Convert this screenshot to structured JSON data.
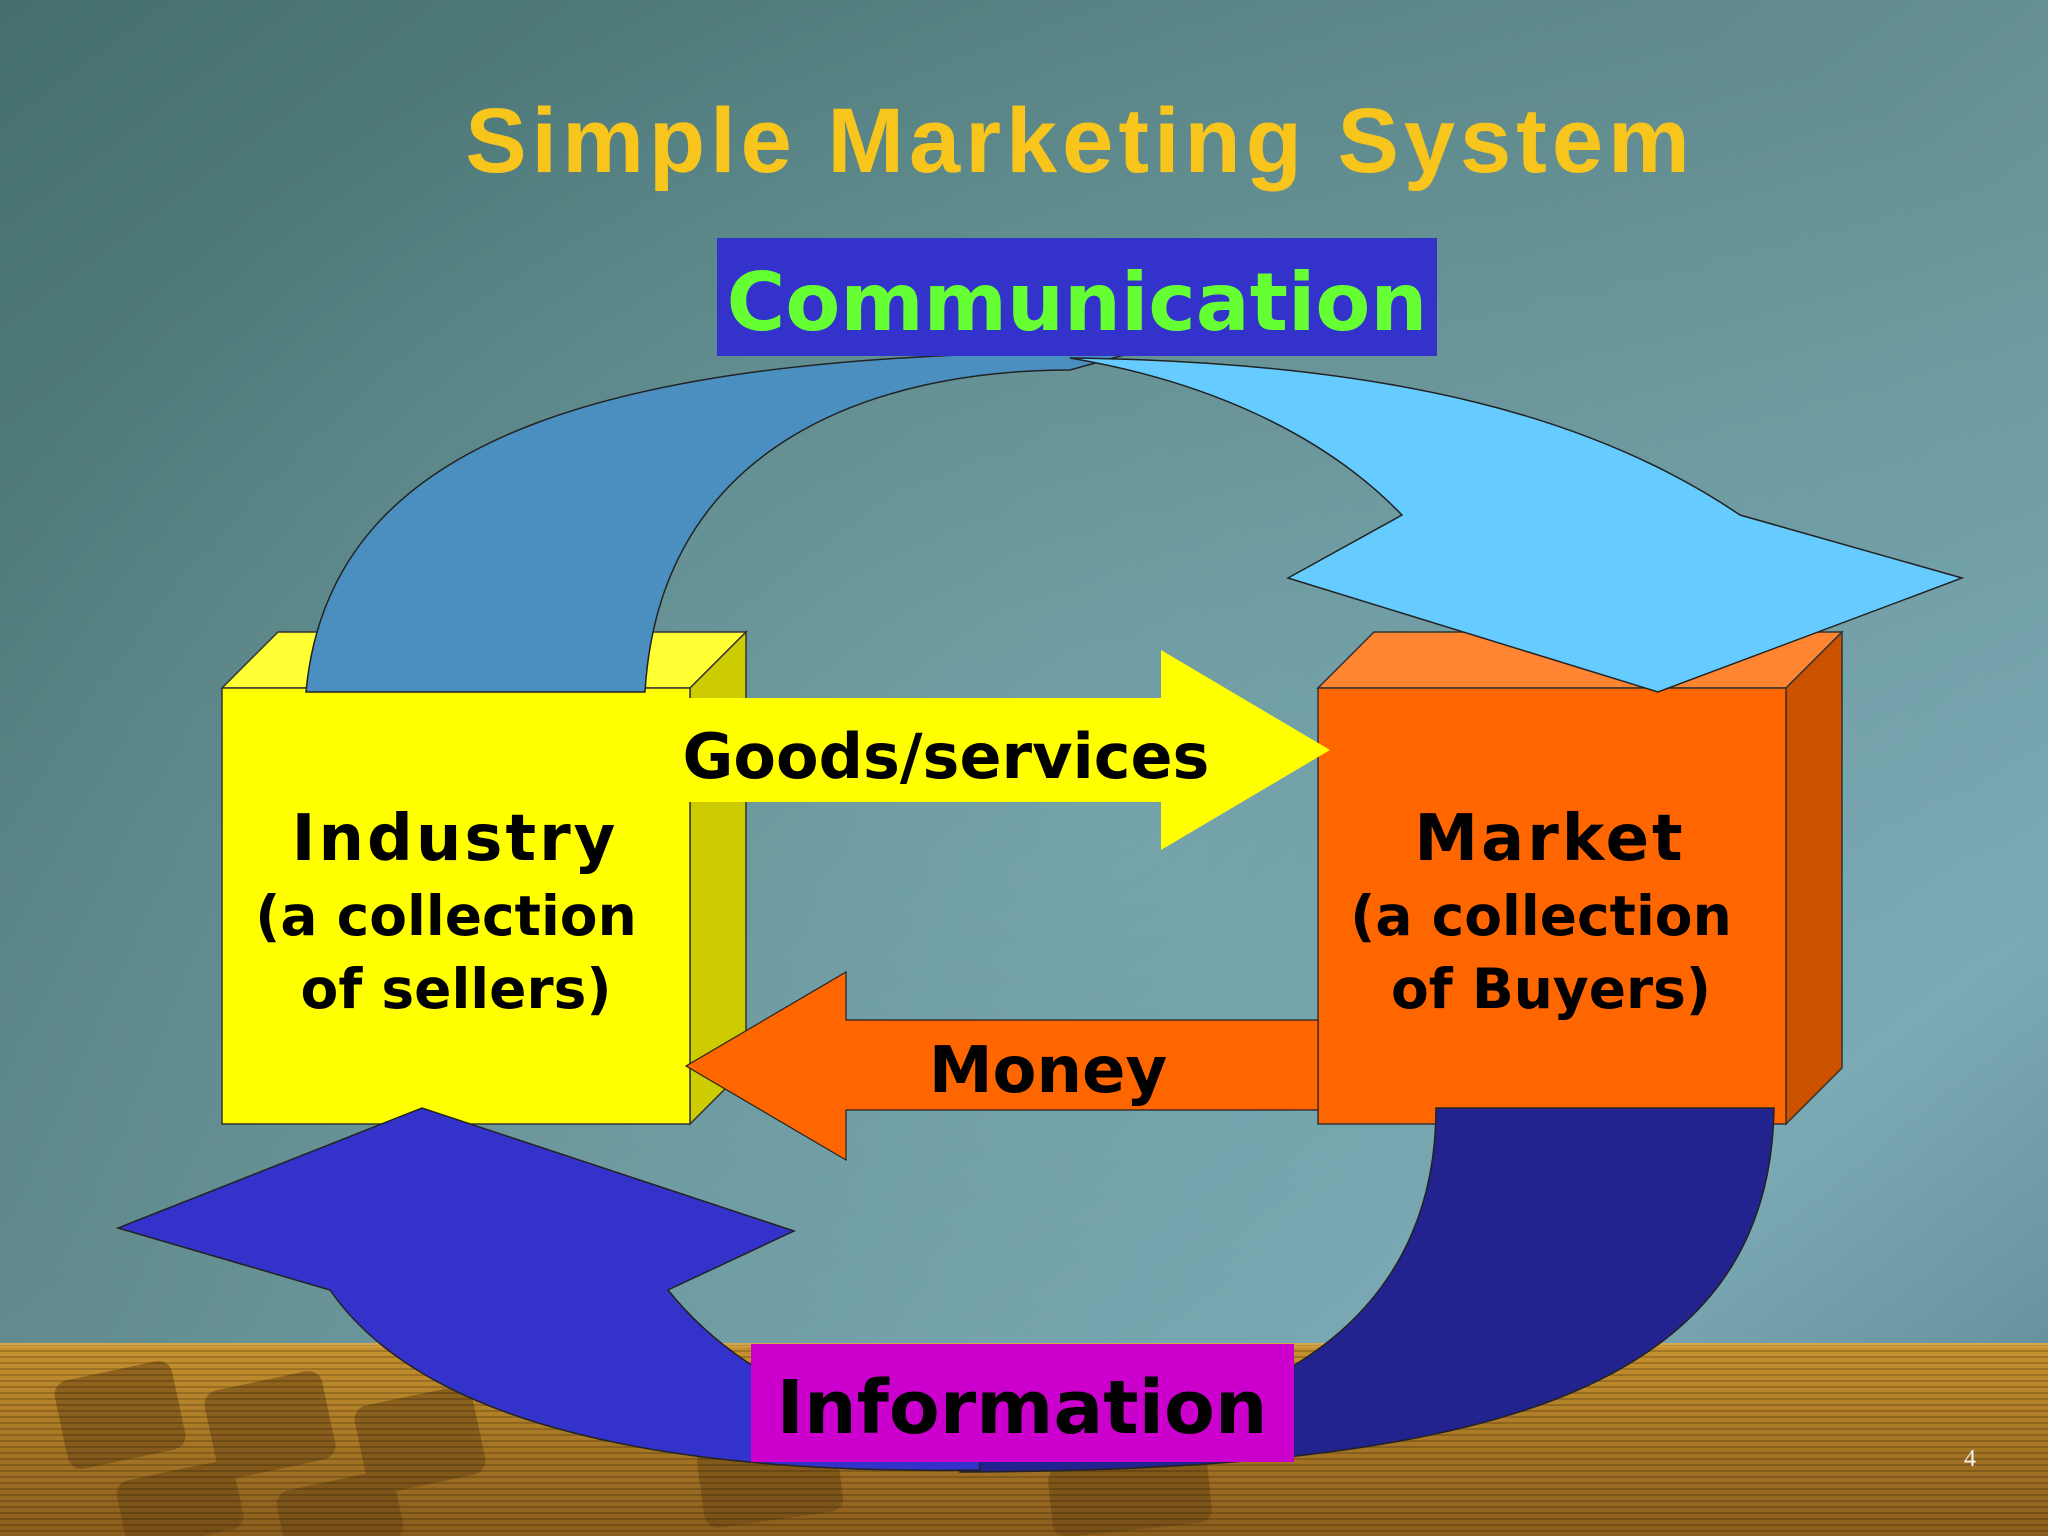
{
  "slide": {
    "title": "Simple Marketing System",
    "page_number": "4"
  },
  "labels": {
    "communication": "Communication",
    "information": "Information",
    "goods": "Goods/services",
    "money": "Money"
  },
  "industry": {
    "title": "Industry",
    "line1": "(a collection",
    "line2": "of sellers)"
  },
  "market": {
    "title": "Market",
    "line1": "(a collection",
    "line2": "of Buyers)"
  },
  "colors": {
    "title": "#f7c51c",
    "communication_bg": "#3333cc",
    "communication_text": "#66ff33",
    "information_bg": "#cc00cc",
    "information_text": "#000000",
    "industry_box": "#ffff00",
    "market_box": "#ff6600",
    "top_arrow_tail": "#4a8fbf",
    "top_arrow_head": "#66ccff",
    "bottom_arrow_tail": "#232390",
    "bottom_arrow_head": "#3333cc",
    "goods_arrow": "#ffff00",
    "money_arrow": "#ff6600"
  }
}
